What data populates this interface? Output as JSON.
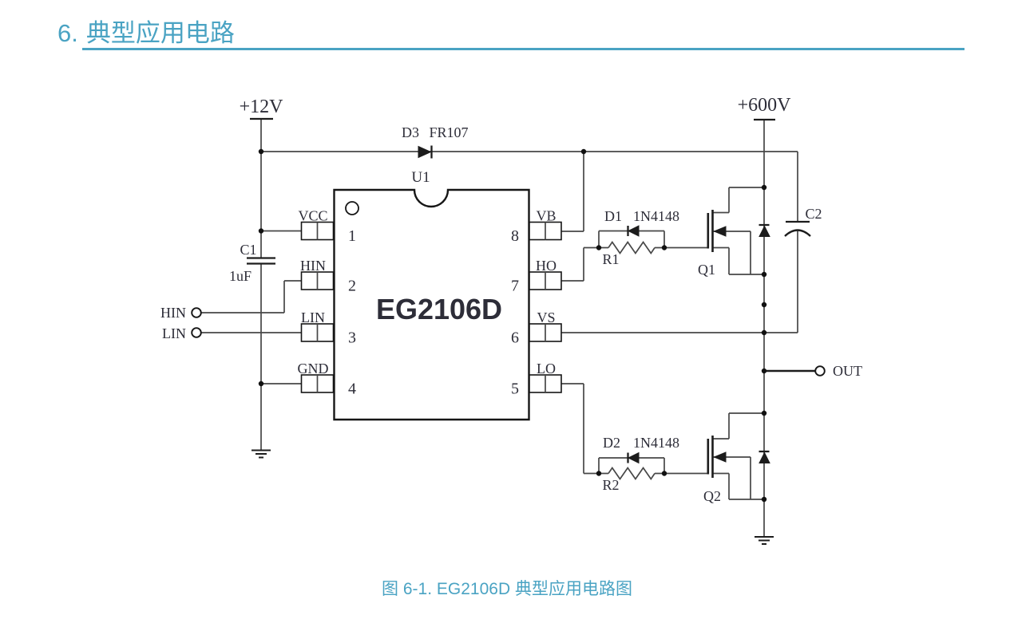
{
  "page": {
    "title_number": "6.",
    "title_text": "典型应用电路",
    "caption": "图 6-1. EG2106D 典型应用电路图",
    "accent_color": "#4aa3c3"
  },
  "circuit": {
    "power": {
      "vcc_rail": "+12V",
      "hv_rail": "+600V"
    },
    "ic": {
      "ref": "U1",
      "part": "EG2106D",
      "pins_left": [
        {
          "num": "1",
          "name": "VCC"
        },
        {
          "num": "2",
          "name": "HIN"
        },
        {
          "num": "3",
          "name": "LIN"
        },
        {
          "num": "4",
          "name": "GND"
        }
      ],
      "pins_right": [
        {
          "num": "8",
          "name": "VB"
        },
        {
          "num": "7",
          "name": "HO"
        },
        {
          "num": "6",
          "name": "VS"
        },
        {
          "num": "5",
          "name": "LO"
        }
      ]
    },
    "components": {
      "c1": {
        "ref": "C1",
        "value": "1uF"
      },
      "c2": {
        "ref": "C2"
      },
      "d3": {
        "ref": "D3",
        "value": "FR107"
      },
      "d1": {
        "ref": "D1",
        "value": "1N4148"
      },
      "d2": {
        "ref": "D2",
        "value": "1N4148"
      },
      "r1": {
        "ref": "R1"
      },
      "r2": {
        "ref": "R2"
      },
      "q1": {
        "ref": "Q1"
      },
      "q2": {
        "ref": "Q2"
      }
    },
    "terminals": {
      "hin": "HIN",
      "lin": "LIN",
      "out": "OUT"
    }
  }
}
